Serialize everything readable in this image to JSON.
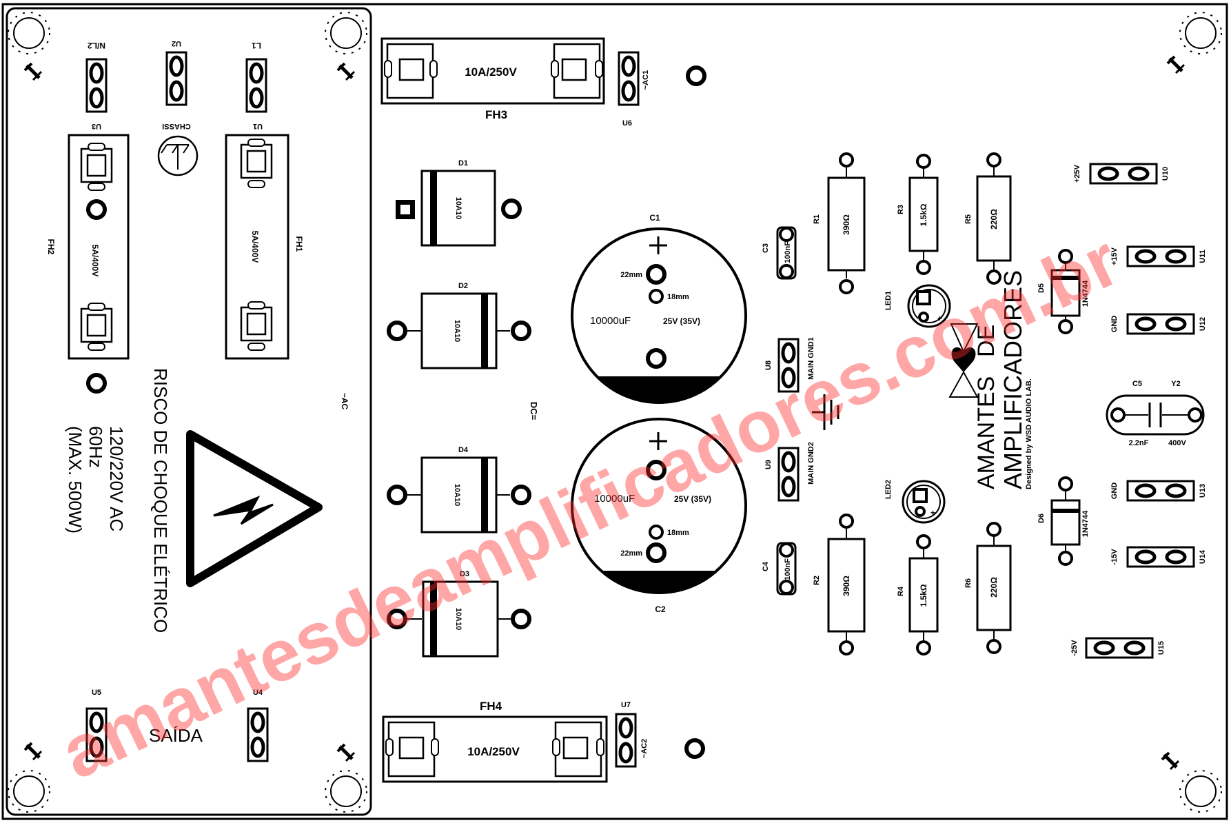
{
  "watermark": "amantesdeamplificadores.com.br",
  "colors": {
    "trace": "#000000",
    "watermark": "#ff2a2a",
    "background": "#ffffff"
  },
  "warning": {
    "title": "RISCO DE CHOQUE ELÉTRICO",
    "line1": "120/220V  AC",
    "line2": "60Hz",
    "line3": "(MAX. 500W)",
    "output": "SAÍDA",
    "icon": "high-voltage-icon"
  },
  "connectors_left": {
    "n_l2": "N/L2",
    "u2": "U2",
    "l1": "L1",
    "u3": "U3",
    "chassi": "CHASSI",
    "u1": "U1",
    "u5": "U5",
    "u4": "U4",
    "ac": "~AC"
  },
  "fuses": {
    "fh1": {
      "label": "FH1",
      "rating": "5A/400V"
    },
    "fh2": {
      "label": "FH2",
      "rating": "5A/400V"
    },
    "fh3": {
      "label": "FH3",
      "rating": "10A/250V"
    },
    "fh4": {
      "label": "FH4",
      "rating": "10A/250V"
    }
  },
  "ac_connectors": {
    "u6": "U6",
    "ac1": "~AC1",
    "u7": "U7",
    "ac2": "~AC2"
  },
  "diodes": [
    {
      "ref": "D1",
      "part": "10A10"
    },
    {
      "ref": "D2",
      "part": "10A10"
    },
    {
      "ref": "D4",
      "part": "10A10"
    },
    {
      "ref": "D3",
      "part": "10A10"
    }
  ],
  "dc_label": "DC=",
  "capacitors": {
    "c1": {
      "ref": "C1",
      "value": "10000uF",
      "voltage": "25V (35V)",
      "size_a": "22mm",
      "size_b": "18mm",
      "plus": "+"
    },
    "c2": {
      "ref": "C2",
      "value": "10000uF",
      "voltage": "25V (35V)",
      "size_a": "22mm",
      "size_b": "18mm",
      "plus": "+"
    },
    "c3": {
      "ref": "C3",
      "value": "100nF"
    },
    "c4": {
      "ref": "C4",
      "value": "100nF"
    },
    "c5": {
      "ref": "C5",
      "ref2": "Y2",
      "value": "2.2nF",
      "voltage": "400V"
    }
  },
  "gnd_connectors": {
    "u8": "U8",
    "main_gnd1": "MAIN  GND1",
    "u9": "U9",
    "main_gnd2": "MAIN  GND2"
  },
  "resistors": [
    {
      "ref": "R1",
      "value": "390Ω"
    },
    {
      "ref": "R2",
      "value": "390Ω"
    },
    {
      "ref": "R3",
      "value": "1.5kΩ"
    },
    {
      "ref": "R4",
      "value": "1.5kΩ"
    },
    {
      "ref": "R5",
      "value": "220Ω"
    },
    {
      "ref": "R6",
      "value": "220Ω"
    }
  ],
  "leds": {
    "led1": "LED1",
    "led2": "LED2",
    "plus": "+"
  },
  "zeners": [
    {
      "ref": "D5",
      "part": "1N4744"
    },
    {
      "ref": "D6",
      "part": "1N4744"
    }
  ],
  "outputs": [
    {
      "voltage": "+25V",
      "ref": "U10"
    },
    {
      "voltage": "+15V",
      "ref": "U11"
    },
    {
      "voltage": "GND",
      "ref": "U12"
    },
    {
      "voltage": "GND",
      "ref": "U13"
    },
    {
      "voltage": "-15V",
      "ref": "U14"
    },
    {
      "voltage": "-25V",
      "ref": "U15"
    }
  ],
  "brand": {
    "word1": "AMANTES",
    "word2": "DE",
    "word3": "AMPLIFICADORES",
    "credit": "Designed by WSD AUDIO LAB."
  }
}
